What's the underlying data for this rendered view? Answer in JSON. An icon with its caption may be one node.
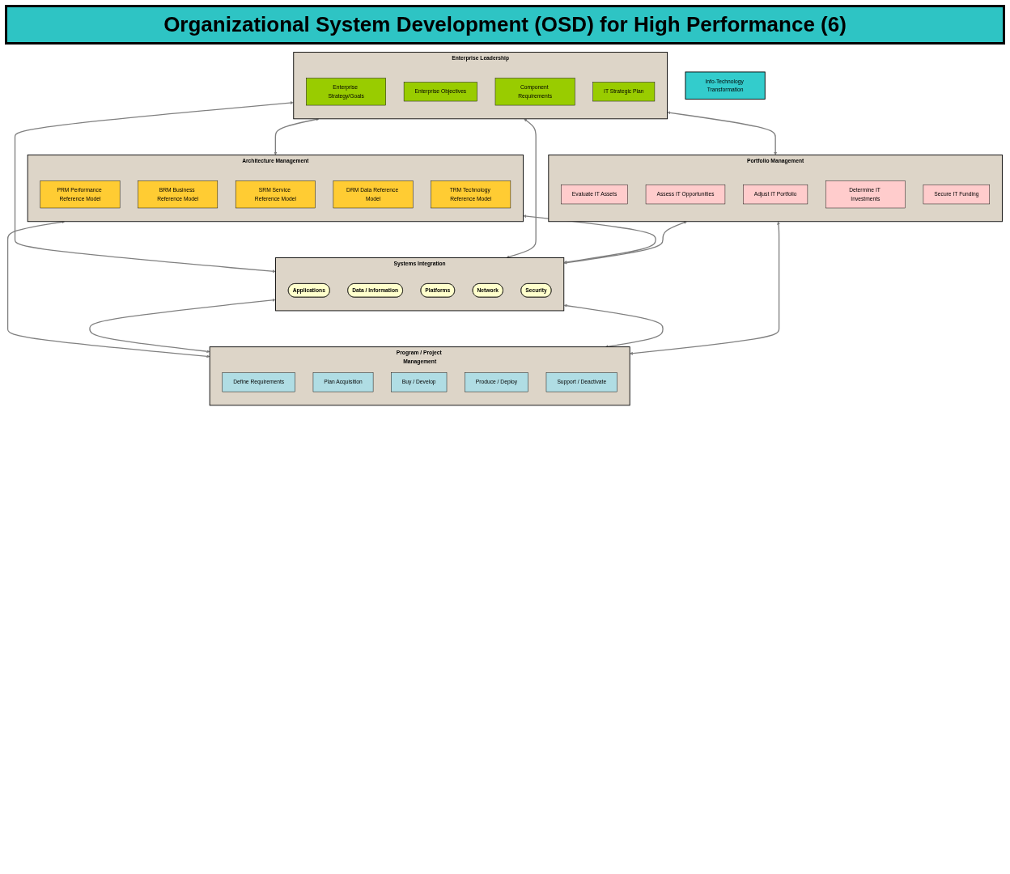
{
  "diagram": {
    "title": "Organizational System Development (OSD) for High Performance (6)",
    "nodes": [
      {
        "text": [
          "Info-Technology Transformation"
        ]
      },
      {
        "text": [
          "Enterprise Leadership"
        ]
      },
      {
        "text": [
          "Enterprise Strategy/Goals"
        ],
        "in": 1
      },
      {
        "text": [
          "Enterprise Objectives"
        ],
        "in": 1
      },
      {
        "text": [
          "Component Requirements"
        ],
        "in": 1
      },
      {
        "text": [
          "IT Strategic Plan"
        ],
        "in": 1
      },
      {
        "text": [
          "Architecture Management"
        ]
      },
      {
        "text": [
          "PRM Performance Reference Model"
        ],
        "in": 6
      },
      {
        "text": [
          "BRM Business Reference Model"
        ],
        "in": 6
      },
      {
        "text": [
          "SRM Service Reference Model"
        ],
        "in": 6
      },
      {
        "text": [
          "DRM Data Reference Model"
        ],
        "in": 6
      },
      {
        "text": [
          "TRM Technology Reference Model"
        ],
        "in": 6
      },
      {
        "text": [
          "Systems Integration"
        ]
      },
      {
        "text": [
          "Applications"
        ],
        "in": 12
      },
      {
        "text": [
          "Data / Information"
        ],
        "in": 12
      },
      {
        "text": [
          "Platforms"
        ],
        "in": 12
      },
      {
        "text": [
          "Network"
        ],
        "in": 12
      },
      {
        "text": [
          "Security"
        ],
        "in": 12
      },
      {
        "text": [
          "Portfolio Management"
        ]
      },
      {
        "text": [
          "Evaluate IT Assets"
        ],
        "in": 18
      },
      {
        "text": [
          "Assess IT Opportunities"
        ],
        "in": 18
      },
      {
        "text": [
          "Adjust IT Portfolio"
        ],
        "in": 18
      },
      {
        "text": [
          "Determine IT Investments"
        ],
        "in": 18
      },
      {
        "text": [
          "Secure IT Funding"
        ],
        "in": 18
      },
      {
        "text": [
          "Program / Project Management"
        ]
      },
      {
        "text": [
          "Define Requirements"
        ],
        "in": 24
      },
      {
        "text": [
          "Plan Acquisition"
        ],
        "in": 24
      },
      {
        "text": [
          "Buy / Develop"
        ],
        "in": 24
      },
      {
        "text": [
          "Produce / Deploy"
        ],
        "in": 24
      },
      {
        "text": [
          "Support / Deactivate"
        ],
        "in": 24
      }
    ],
    "edges": [
      {
        "from": 1,
        "to": 6,
        "arrow": "both"
      },
      {
        "from": 1,
        "to": 18,
        "arrow": "both"
      },
      {
        "from": 1,
        "to": 12,
        "arrow": "both"
      },
      {
        "from": 1,
        "to": 12,
        "arrow": "both"
      },
      {
        "from": 6,
        "to": 12,
        "arrow": "both"
      },
      {
        "from": 18,
        "to": 12,
        "arrow": "both"
      },
      {
        "from": 6,
        "to": 24,
        "arrow": "both"
      },
      {
        "from": 12,
        "to": 24,
        "arrow": "both"
      },
      {
        "from": 12,
        "to": 24,
        "arrow": "both"
      },
      {
        "from": 18,
        "to": 24,
        "arrow": "both"
      }
    ]
  }
}
